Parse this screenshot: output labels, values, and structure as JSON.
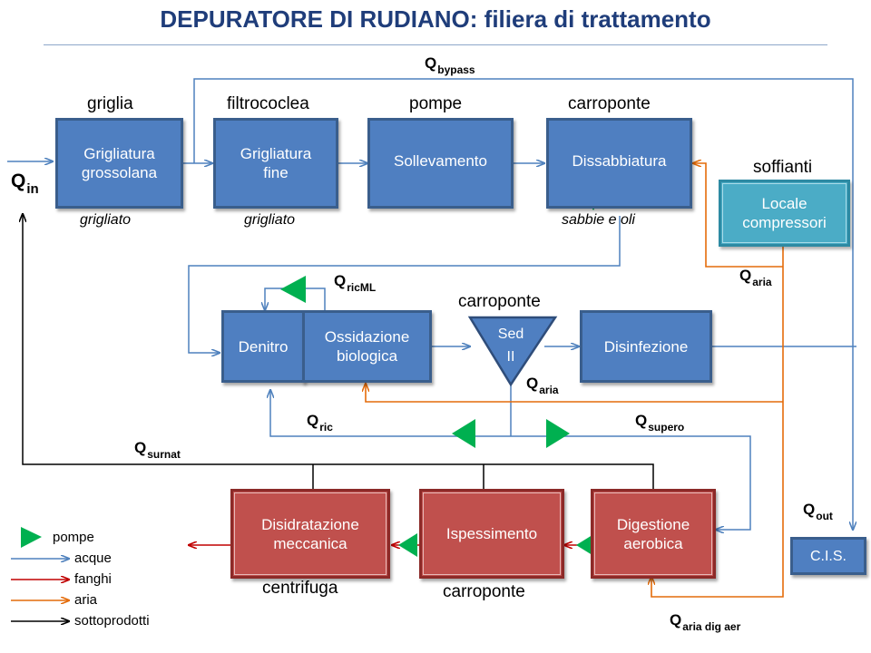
{
  "title": "DEPURATORE DI RUDIANO: filiera di trattamento",
  "equipment": {
    "griglia": "griglia",
    "filtrococlea": "filtrococlea",
    "pompe": "pompe",
    "carroponte_top": "carroponte",
    "soffianti": "soffianti",
    "carroponte_mid": "carroponte",
    "centrifuga": "centrifuga",
    "carroponte_bottom": "carroponte"
  },
  "units": {
    "grigliatura_grossolana": "Grigliatura\ngrossolana",
    "grigliatura_fine": "Grigliatura\nfine",
    "sollevamento": "Sollevamento",
    "dissabbiatura": "Dissabbiatura",
    "locale_compressori": "Locale\ncompressori",
    "denitro": "Denitro",
    "ossidazione": "Ossidazione\nbiologica",
    "sed_line1": "Sed",
    "sed_line2": "II",
    "disinfezione": "Disinfezione",
    "disidratazione": "Disidratazione\nmeccanica",
    "ispessimento": "Ispessimento",
    "digestione": "Digestione\naerobica",
    "cis": "C.I.S."
  },
  "byproducts": {
    "grigliato_1": "grigliato",
    "grigliato_2": "grigliato",
    "sabbie_oli": "sabbie e oli"
  },
  "flows": {
    "q_in": {
      "main": "Q",
      "sub": "in"
    },
    "q_bypass": {
      "main": "Q",
      "sub": "bypass"
    },
    "q_ricml": {
      "main": "Q",
      "sub": "ricML"
    },
    "q_aria_top": {
      "main": "Q",
      "sub": "aria"
    },
    "q_aria_mid": {
      "main": "Q",
      "sub": "aria"
    },
    "q_ric": {
      "main": "Q",
      "sub": "ric"
    },
    "q_supero": {
      "main": "Q",
      "sub": "supero"
    },
    "q_surnat": {
      "main": "Q",
      "sub": "surnat"
    },
    "q_out": {
      "main": "Q",
      "sub": "out"
    },
    "q_aria_dig": {
      "main": "Q",
      "sub": "aria dig aer"
    }
  },
  "legend": {
    "pompe": "pompe",
    "acque": "acque",
    "fanghi": "fanghi",
    "aria": "aria",
    "sottoprodotti": "sottoprodotti"
  },
  "colors": {
    "acque": "#4f81bd",
    "fanghi": "#c00000",
    "aria": "#e46c0a",
    "sottoprodotti": "#000000",
    "pompe": "#00b050",
    "water_box": "#4f7fc1",
    "sludge_box": "#c0504d",
    "air_box": "#4bacc6"
  }
}
